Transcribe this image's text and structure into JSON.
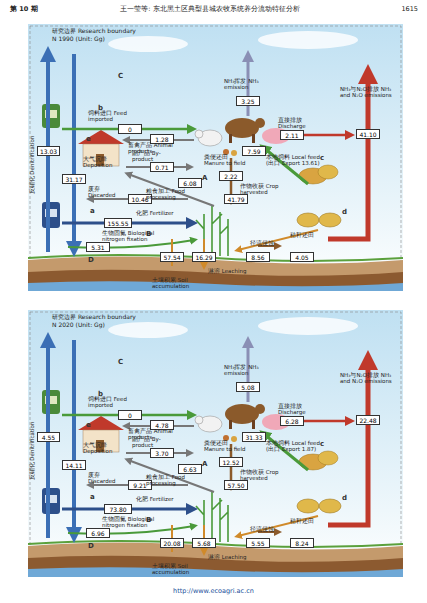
{
  "diagram": {
    "nodes": [
      {
        "text": [
          "研究边界 Research boundary",
          "N 1990 (Unit: Gg)"
        ]
      },
      {
        "text": [
          "3.25"
        ],
        "in": 0
      },
      {
        "text": [
          "0"
        ],
        "in": 0
      },
      {
        "text": [
          "1.28"
        ],
        "in": 0
      },
      {
        "text": [
          "0.71"
        ],
        "in": 0
      },
      {
        "text": [
          "2.22"
        ],
        "in": 0
      },
      {
        "text": [
          "2.11"
        ],
        "in": 0
      },
      {
        "text": [
          "7.59"
        ],
        "in": 0
      },
      {
        "text": [
          "41.10"
        ],
        "in": 0
      },
      {
        "text": [
          "13.03"
        ],
        "in": 0
      },
      {
        "text": [
          "31.17"
        ],
        "in": 0
      },
      {
        "text": [
          "6.08"
        ],
        "in": 0
      },
      {
        "text": [
          "10.46"
        ],
        "in": 0
      },
      {
        "text": [
          "41.79"
        ],
        "in": 0
      },
      {
        "text": [
          "155.55"
        ],
        "in": 0
      },
      {
        "text": [
          "5.31"
        ],
        "in": 0
      },
      {
        "text": [
          "57.54"
        ],
        "in": 0
      },
      {
        "text": [
          "16.29"
        ],
        "in": 0
      },
      {
        "text": [
          "8.56"
        ],
        "in": 0
      },
      {
        "text": [
          "4.05"
        ],
        "in": 0
      },
      {
        "text": [
          "研究边界 Research boundary",
          "N 2020 (Unit: Gg)"
        ]
      },
      {
        "text": [
          "5.08"
        ],
        "in": 20
      },
      {
        "text": [
          "0"
        ],
        "in": 20
      },
      {
        "text": [
          "4.78"
        ],
        "in": 20
      },
      {
        "text": [
          "3.70"
        ],
        "in": 20
      },
      {
        "text": [
          "12.52"
        ],
        "in": 20
      },
      {
        "text": [
          "6.28"
        ],
        "in": 20
      },
      {
        "text": [
          "31.33"
        ],
        "in": 20
      },
      {
        "text": [
          "22.48"
        ],
        "in": 20
      },
      {
        "text": [
          "4.55"
        ],
        "in": 20
      },
      {
        "text": [
          "14.11"
        ],
        "in": 20
      },
      {
        "text": [
          "6.63"
        ],
        "in": 20
      },
      {
        "text": [
          "9.21"
        ],
        "in": 20
      },
      {
        "text": [
          "57.50"
        ],
        "in": 20
      },
      {
        "text": [
          "73.80"
        ],
        "in": 20
      },
      {
        "text": [
          "6.96"
        ],
        "in": 20
      },
      {
        "text": [
          "20.08"
        ],
        "in": 20
      },
      {
        "text": [
          "5.68"
        ],
        "in": 20
      },
      {
        "text": [
          "5.55"
        ],
        "in": 20
      },
      {
        "text": [
          "8.24"
        ],
        "in": 20
      }
    ],
    "labels": [
      "第 10 期",
      "王一莹等: 东北黑土区典型县城农牧系统养分流动特征分析",
      "1615",
      "C",
      "NH₃挥发 NH₃ emission",
      "b",
      "饲料进口 Feed imported",
      "直接排放 Discharge",
      "NH₃与N₂O排放 NH₃ and N₂O emissions",
      "反硝化 Denitrification",
      "e",
      "畜禽产品 Animal products",
      "副产品 By-product",
      "本地饲料 Local feed (出口 Export 13.61)",
      "大气沉降 Deposition",
      "粪便还田 Manure to field",
      "粮食加工 Food processing",
      "A",
      "c",
      "废弃 Discarded",
      "作物收获 Crop harvested",
      "a",
      "化肥 Fertilizer",
      "d",
      "生物固氮 Biological nitrogen fixation",
      "径流侵蚀",
      "秸秆还田",
      "B",
      "D",
      "土壤积累 Soil accumulation",
      "淋溶 Leaching",
      "C",
      "NH₃挥发 NH₃ emission",
      "b",
      "饲料进口 Feed imported",
      "直接排放 Discharge",
      "NH₃与N₂O排放 NH₃ and N₂O emissions",
      "反硝化 Denitrification",
      "e",
      "畜禽产品 Animal products",
      "副产品 By-product",
      "本地饲料 Local feed (出口 Export 1.87)",
      "大气沉降 Deposition",
      "粪便还田 Manure to field",
      "粮食加工 Food processing",
      "A",
      "c",
      "废弃 Discarded",
      "作物收获 Crop harvested",
      "a",
      "化肥 Fertilizer",
      "d",
      "生物固氮 Biological nitrogen fixation",
      "径流侵蚀",
      "秸秆还田",
      "B",
      "D",
      "土壤积累 Soil accumulation",
      "淋溶 Leaching",
      "http://www.ecoagri.ac.cn"
    ]
  }
}
